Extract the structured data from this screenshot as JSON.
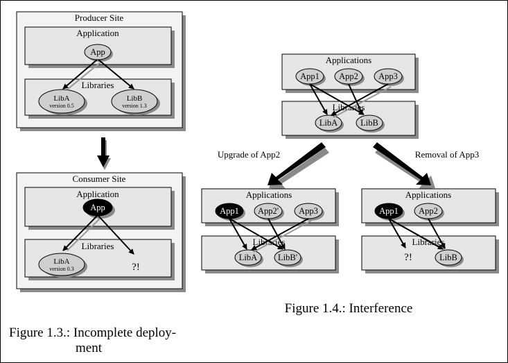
{
  "figure_1_3": {
    "producer": {
      "title": "Producer Site",
      "application": "Application",
      "app": "App",
      "libraries": "Libraries",
      "liba": "LibA",
      "liba_version": "version 0.5",
      "libb": "LibB",
      "libb_version": "version 1.3"
    },
    "consumer": {
      "title": "Consumer Site",
      "application": "Application",
      "app": "App",
      "libraries": "Libraries",
      "liba": "LibA",
      "liba_version": "version 0.3",
      "missing": "?!"
    },
    "caption_line1": "Figure 1.3.: Incomplete deploy-",
    "caption_line2": "ment"
  },
  "figure_1_4": {
    "initial": {
      "applications": "Applications",
      "apps": [
        "App1",
        "App2",
        "App3"
      ],
      "libraries": "Libraries",
      "libs": [
        "LibA",
        "LibB"
      ]
    },
    "upgrade_label": "Upgrade of App2",
    "removal_label": "Removal of App3",
    "upgrade": {
      "applications": "Applications",
      "apps": [
        "App1",
        "App2'",
        "App3"
      ],
      "libraries": "Libraries",
      "libs": [
        "LibA",
        "LibB'"
      ]
    },
    "removal": {
      "applications": "Applications",
      "apps": [
        "App1",
        "App2"
      ],
      "libraries": "Libraries",
      "missing": "?!",
      "libs": [
        "LibB"
      ]
    },
    "caption": "Figure 1.4.: Interference"
  }
}
